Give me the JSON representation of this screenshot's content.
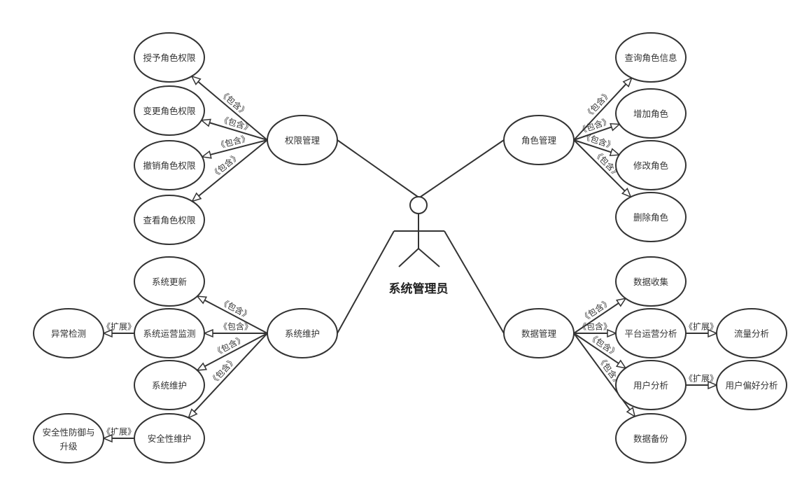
{
  "actor": {
    "label": "系统管理员"
  },
  "nodes": {
    "qxgl": "权限管理",
    "syjs": "授予角色权限",
    "bgjs": "变更角色权限",
    "cxjs": "撤销角色权限",
    "ckjs": "查看角色权限",
    "jsgl": "角色管理",
    "cxxx": "查询角色信息",
    "zjjs": "增加角色",
    "xgjs": "修改角色",
    "scjs": "删除角色",
    "xtwh": "系统维护",
    "xtgx": "系统更新",
    "xtyy": "系统运营监测",
    "xtwh2": "系统维护",
    "aqwh": "安全性维护",
    "ycjc": "异常检测",
    "aqfy": "安全性防御与升级",
    "sjgl": "数据管理",
    "sjsj": "数据收集",
    "ptfx": "平台运营分析",
    "yhfx": "用户分析",
    "sjbf": "数据备份",
    "llfx": "流量分析",
    "yhph": "用户偏好分析"
  },
  "stereotypes": {
    "include": "《包含》",
    "extend": "《扩展》"
  },
  "associations": [
    "qxgl",
    "jsgl",
    "xtwh",
    "sjgl"
  ],
  "relations": [
    {
      "from": "qxgl",
      "to": "syjs",
      "type": "include"
    },
    {
      "from": "qxgl",
      "to": "bgjs",
      "type": "include"
    },
    {
      "from": "qxgl",
      "to": "cxjs",
      "type": "include"
    },
    {
      "from": "qxgl",
      "to": "ckjs",
      "type": "include"
    },
    {
      "from": "jsgl",
      "to": "cxxx",
      "type": "include"
    },
    {
      "from": "jsgl",
      "to": "zjjs",
      "type": "include"
    },
    {
      "from": "jsgl",
      "to": "xgjs",
      "type": "include"
    },
    {
      "from": "jsgl",
      "to": "scjs",
      "type": "include"
    },
    {
      "from": "xtwh",
      "to": "xtgx",
      "type": "include"
    },
    {
      "from": "xtwh",
      "to": "xtyy",
      "type": "include"
    },
    {
      "from": "xtwh",
      "to": "xtwh2",
      "type": "include"
    },
    {
      "from": "xtwh",
      "to": "aqwh",
      "type": "include"
    },
    {
      "from": "xtyy",
      "to": "ycjc",
      "type": "extend"
    },
    {
      "from": "aqwh",
      "to": "aqfy",
      "type": "extend"
    },
    {
      "from": "sjgl",
      "to": "sjsj",
      "type": "include"
    },
    {
      "from": "sjgl",
      "to": "ptfx",
      "type": "include"
    },
    {
      "from": "sjgl",
      "to": "yhfx",
      "type": "include"
    },
    {
      "from": "sjgl",
      "to": "sjbf",
      "type": "include"
    },
    {
      "from": "ptfx",
      "to": "llfx",
      "type": "extend"
    },
    {
      "from": "yhfx",
      "to": "yhph",
      "type": "extend"
    }
  ]
}
